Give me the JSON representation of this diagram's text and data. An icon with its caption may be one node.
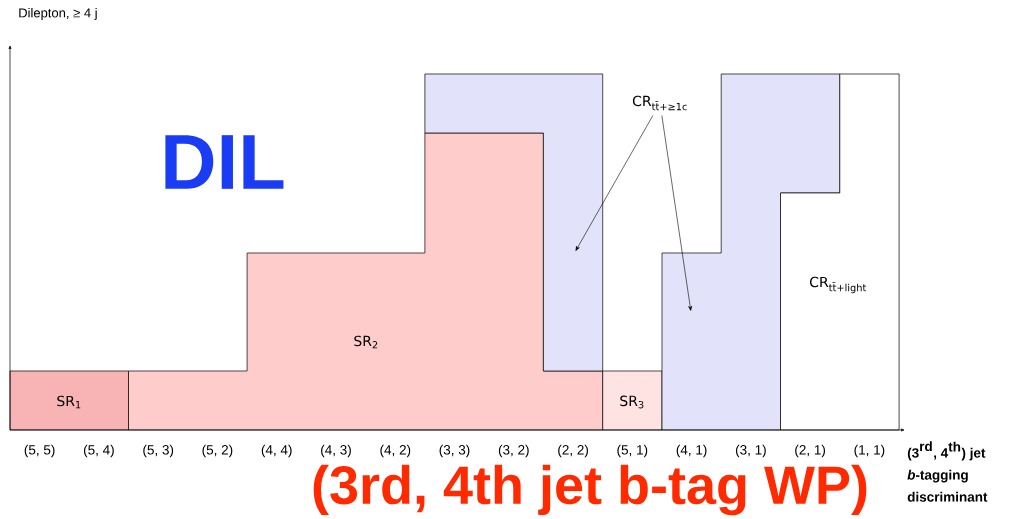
{
  "diagram": {
    "nodes": [
      {
        "text": [
          "SR$_{1}$"
        ]
      },
      {
        "text": [
          "SR$_{2}$"
        ]
      },
      {
        "text": [],
        "shape": "box"
      },
      {
        "text": [
          "CR$_{tt̄+≥1c}$"
        ]
      },
      {
        "text": [
          "SR$_{3}$"
        ]
      },
      {
        "text": [],
        "shape": "box"
      },
      {
        "text": [
          "CR$_{tt̄+light}$"
        ]
      }
    ],
    "edges": [
      {
        "from": 3,
        "to": 2,
        "arrow": "to"
      },
      {
        "from": 3,
        "to": 5,
        "arrow": "to"
      }
    ],
    "labels": [
      "Dilepton, ≥ 4 j",
      "DIL",
      "(5, 5)",
      "(5, 4)",
      "(5, 3)",
      "(5, 2)",
      "(4, 4)",
      "(4, 3)",
      "(4, 2)",
      "(3, 3)",
      "(3, 2)",
      "(2, 2)",
      "(5, 1)",
      "(4, 1)",
      "(3, 1)",
      "(2, 1)",
      "(1, 1)",
      "(3rd, 4th jet b-tag WP)",
      "\\begin{array}{@{}l@{}}\\textbf{(3}^{\\textbf{rd}}\\textbf{, 4}^{\\textbf{th}}\\textbf{) jet}\\\\[6pt] \\textbf{\\textit{b}-tagging}\\\\[6pt] \\textbf{discriminant}\\end{array}"
    ]
  }
}
